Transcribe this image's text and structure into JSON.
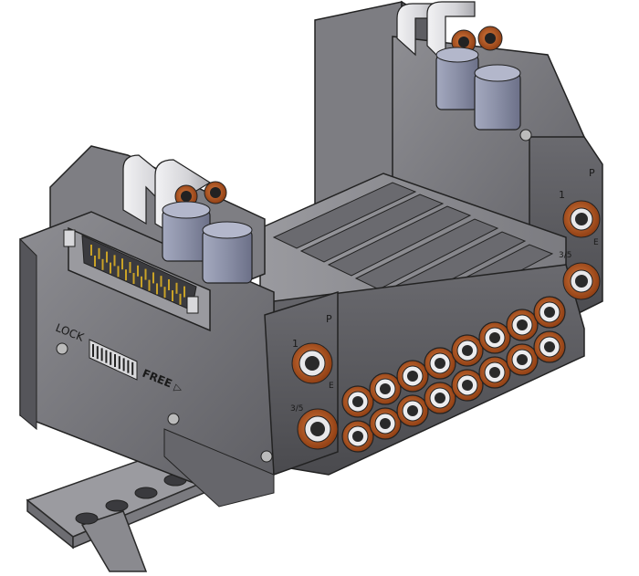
{
  "labels": {
    "lock": "LOCK",
    "free": "FREE",
    "free_arrow": "▷",
    "port_1_left": "1",
    "port_p_left": "P",
    "port_35_left": "3/5",
    "port_e_left": "E",
    "port_1_right": "1",
    "port_p_right": "P",
    "port_35_right": "3/5",
    "port_e_right": "E"
  },
  "colors": {
    "body": "#6f6f73",
    "body_light": "#8d8d92",
    "body_dark": "#505054",
    "fitting_ring": "#b5521c",
    "fitting_white": "#e8e8ea",
    "silencer": "#8e93a8",
    "connector_pins": "#c9a227",
    "rail": "#8a8a8e"
  }
}
